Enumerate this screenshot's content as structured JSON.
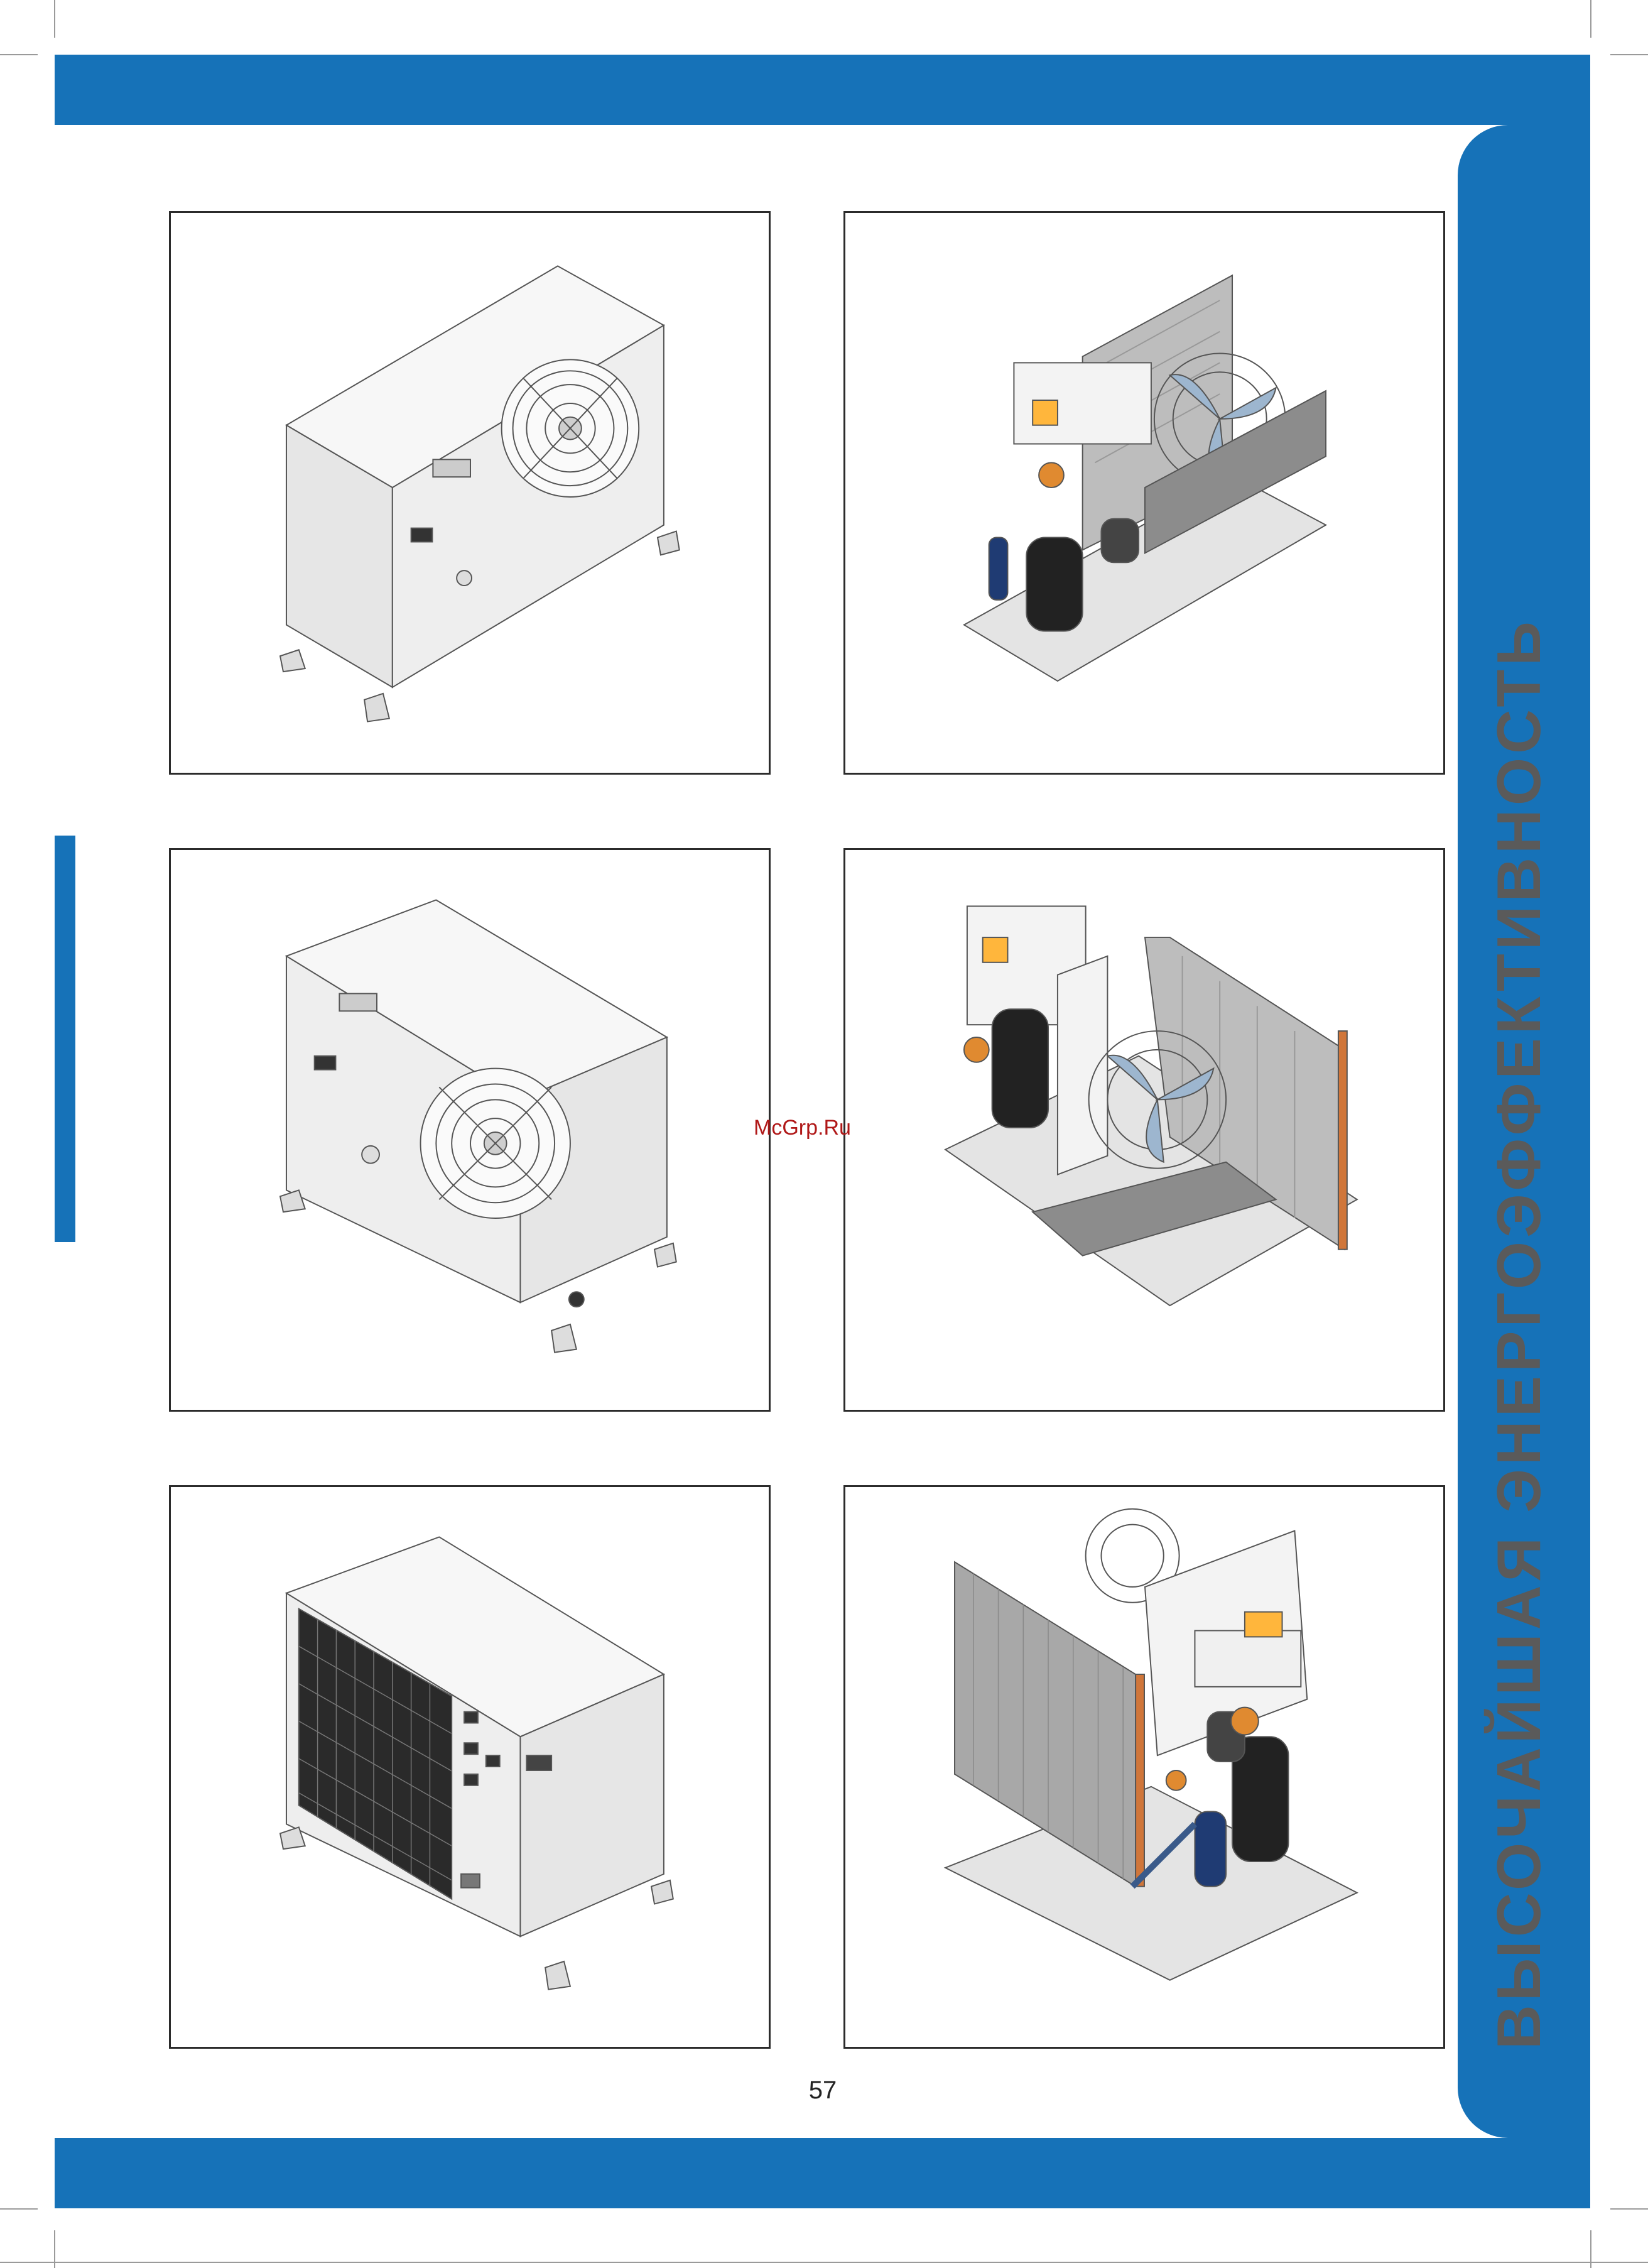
{
  "header": {
    "vertical_title": "ВЫСОЧАЙШАЯ  ЭНЕРГОЭФФЕКТИВНОСТЬ"
  },
  "watermark": "McGrp.Ru",
  "page_number": "57",
  "colors": {
    "band": "#1672b8",
    "title_text": "#5a5a5a",
    "watermark": "#b01818"
  },
  "figures": [
    {
      "id": "unit-front-closed",
      "icon": "condensing-unit-closed-icon"
    },
    {
      "id": "unit-front-open",
      "icon": "condensing-unit-open-icon"
    },
    {
      "id": "unit-side-closed",
      "icon": "condensing-unit-side-icon"
    },
    {
      "id": "unit-side-open",
      "icon": "condensing-unit-side-open-icon"
    },
    {
      "id": "unit-rear-closed",
      "icon": "condensing-unit-rear-icon"
    },
    {
      "id": "unit-rear-open",
      "icon": "condensing-unit-rear-open-icon"
    }
  ]
}
